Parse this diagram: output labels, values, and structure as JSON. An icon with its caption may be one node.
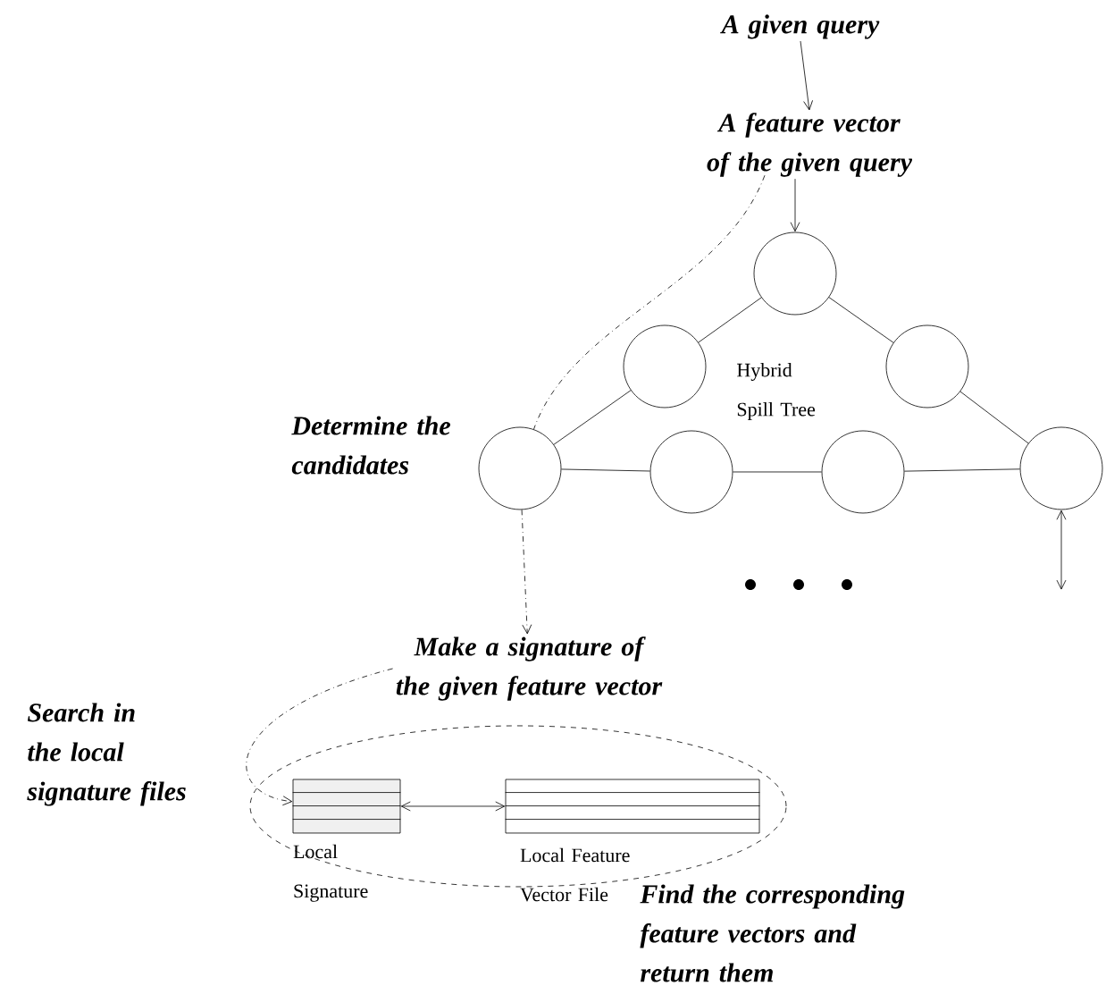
{
  "diagram": {
    "nodes": [
      {
        "text": [
          "A given query"
        ]
      },
      {
        "text": [
          "A feature vector of the given query"
        ]
      },
      {
        "text": [],
        "shape": "circle"
      },
      {
        "text": [],
        "shape": "circle"
      },
      {
        "text": [],
        "shape": "circle"
      },
      {
        "text": [],
        "shape": "circle"
      },
      {
        "text": [],
        "shape": "circle"
      },
      {
        "text": [],
        "shape": "circle"
      },
      {
        "text": [],
        "shape": "circle"
      },
      {
        "text": [
          "Make a signature of the given feature vector"
        ]
      },
      {
        "text": [],
        "shape": "ellipse"
      },
      {
        "text": [],
        "shape": "box",
        "in": 10,
        "beside": [
          "Local Signature"
        ]
      },
      {
        "text": [],
        "shape": "box",
        "in": 10,
        "beside": [
          "Local Feature Vector File"
        ]
      }
    ],
    "edges": [
      {
        "from": 0,
        "to": 1,
        "arrow": "to"
      },
      {
        "from": 1,
        "to": 2,
        "arrow": "to"
      },
      {
        "from": 2,
        "to": 3,
        "arrow": "none"
      },
      {
        "from": 2,
        "to": 4,
        "arrow": "none"
      },
      {
        "from": 3,
        "to": 5,
        "arrow": "none"
      },
      {
        "from": 4,
        "to": 8,
        "arrow": "none"
      },
      {
        "from": 5,
        "to": 6,
        "arrow": "none"
      },
      {
        "from": 6,
        "to": 7,
        "arrow": "none"
      },
      {
        "from": 7,
        "to": 8,
        "arrow": "none"
      },
      {
        "from": 1,
        "to": 5,
        "arrow": "none",
        "style": "dashed"
      },
      {
        "from": 5,
        "to": 9,
        "arrow": "to",
        "style": "dashed"
      },
      {
        "from": 9,
        "to": 11,
        "arrow": "to",
        "style": "dashed"
      },
      {
        "from": 11,
        "to": 12,
        "arrow": "both"
      },
      {
        "from": 8,
        "to": null,
        "arrow": "both"
      }
    ],
    "labels": [
      "Hybrid Spill Tree",
      "Determine the candidates",
      "Search in the local signature files",
      "Find the corresponding feature vectors and return them"
    ]
  }
}
